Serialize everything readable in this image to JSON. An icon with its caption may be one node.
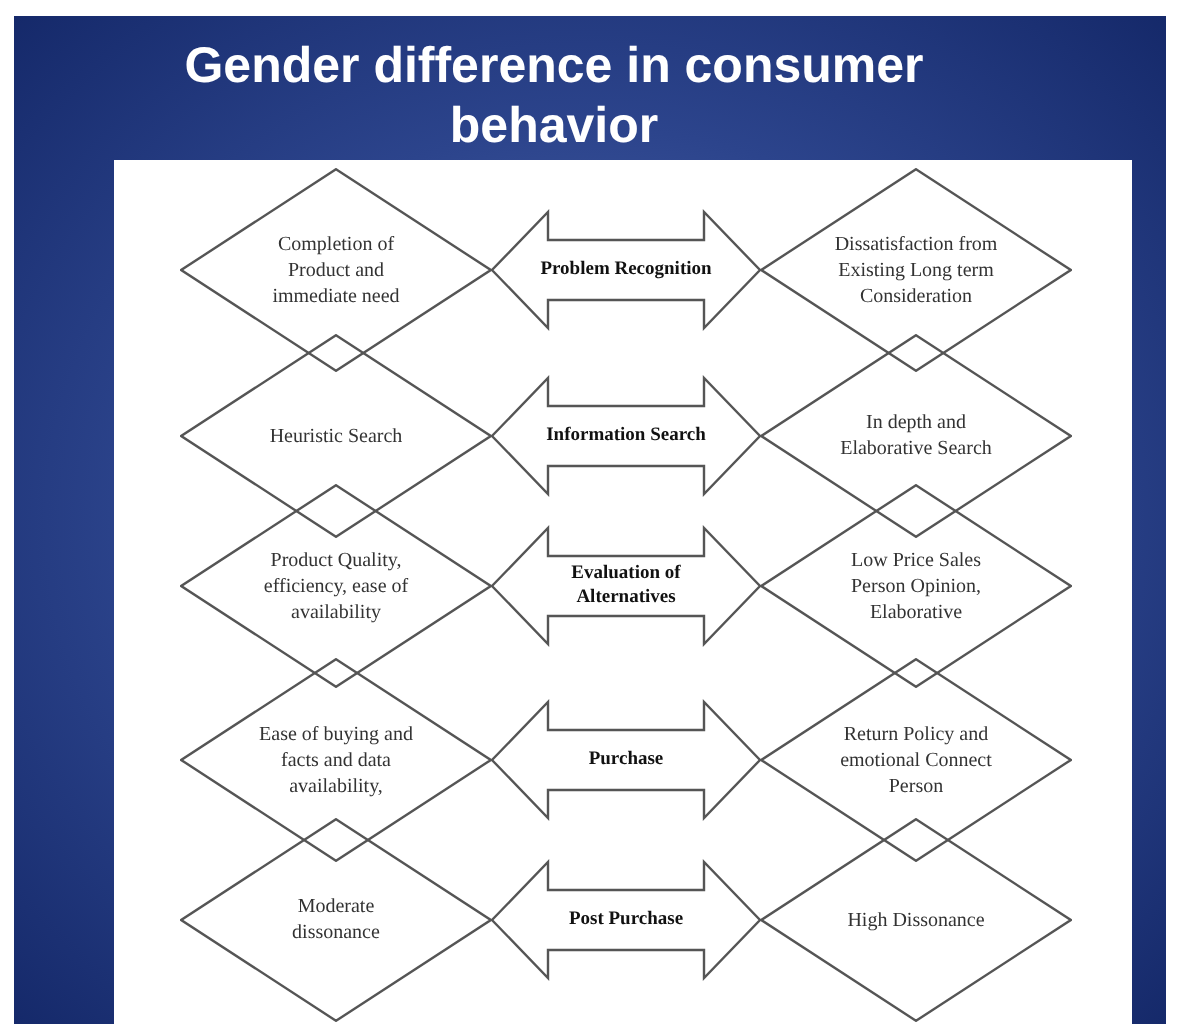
{
  "diagram": {
    "title": "Gender difference in consumer behavior",
    "nodes": [
      {
        "text": [
          "Completion of Product and immediate need"
        ]
      },
      {
        "text": [
          "Dissatisfaction from Existing Long term Consideration"
        ]
      },
      {
        "text": [
          "Heuristic Search"
        ]
      },
      {
        "text": [
          "In depth and Elaborative Search"
        ]
      },
      {
        "text": [
          "Product Quality, efficiency, ease of availability"
        ]
      },
      {
        "text": [
          "Low Price Sales Person Opinion, Elaborative"
        ]
      },
      {
        "text": [
          "Ease of buying and facts and data availability,"
        ]
      },
      {
        "text": [
          "Return Policy and emotional Connect Person"
        ]
      },
      {
        "text": [
          "Moderate dissonance"
        ]
      },
      {
        "text": [
          "High Dissonance"
        ]
      }
    ],
    "edges": [
      {
        "from": 0,
        "to": 1,
        "arrow": "both",
        "label": "Problem Recognition",
        "style": "thick"
      },
      {
        "from": 2,
        "to": 3,
        "arrow": "both",
        "label": "Information Search",
        "style": "thick"
      },
      {
        "from": 4,
        "to": 5,
        "arrow": "both",
        "label": "Evaluation of Alternatives",
        "style": "thick"
      },
      {
        "from": 6,
        "to": 7,
        "arrow": "both",
        "label": "Purchase",
        "style": "thick"
      },
      {
        "from": 8,
        "to": 9,
        "arrow": "both",
        "label": "Post Purchase",
        "style": "thick"
      }
    ]
  }
}
